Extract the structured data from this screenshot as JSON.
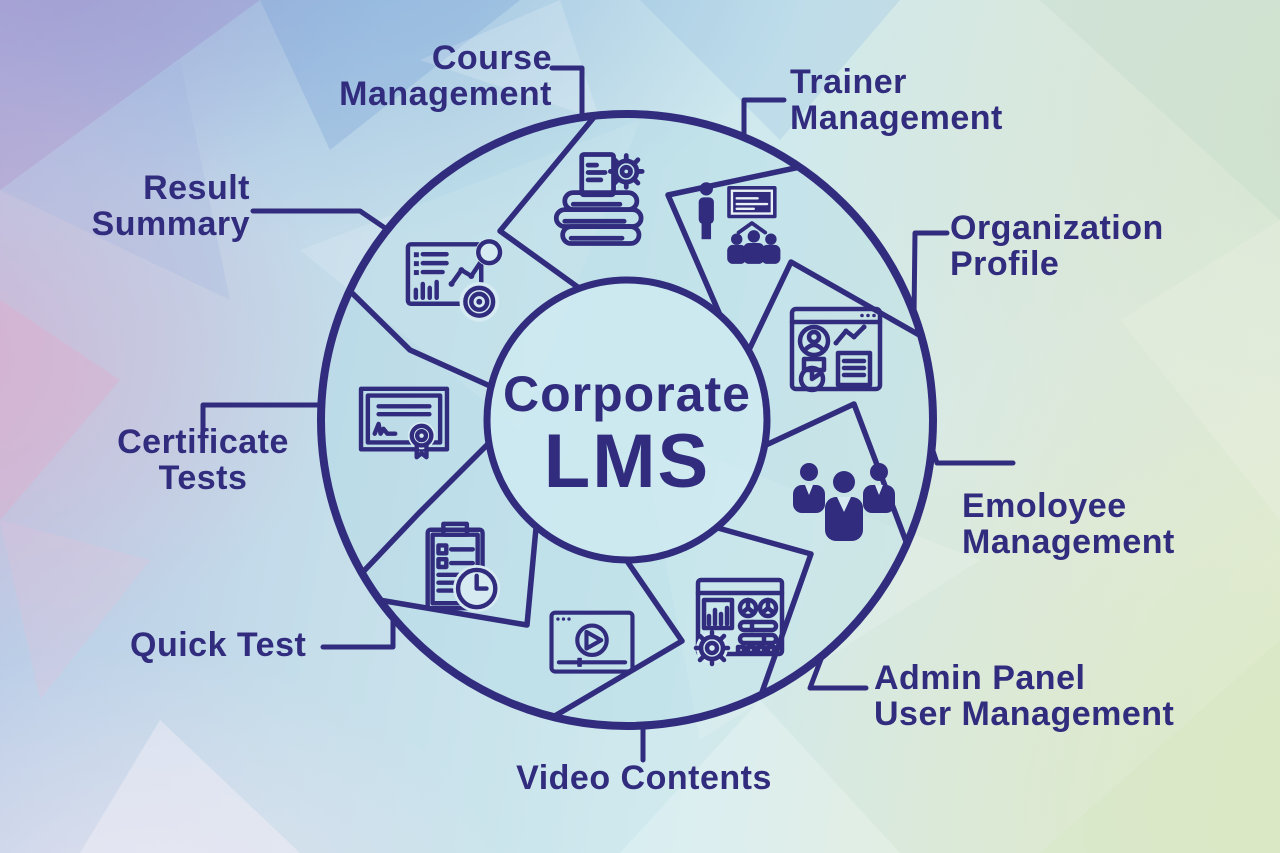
{
  "title": {
    "line1": "Corporate",
    "line2": "LMS"
  },
  "colors": {
    "navy": "#312c7d",
    "background_tints": [
      "#b7c7e6",
      "#cfe9ee",
      "#e6eed9",
      "#e0aac8"
    ]
  },
  "segments": [
    {
      "id": "course-management",
      "label_lines": [
        "Course",
        "Management"
      ],
      "icon": "books-gear-icon"
    },
    {
      "id": "trainer-management",
      "label_lines": [
        "Trainer",
        "Management"
      ],
      "icon": "presenter-audience-icon"
    },
    {
      "id": "organization-profile",
      "label_lines": [
        "Organization",
        "Profile"
      ],
      "icon": "profile-dashboard-icon"
    },
    {
      "id": "employee-management",
      "label_lines": [
        "Emoloyee",
        "Management"
      ],
      "icon": "people-group-icon"
    },
    {
      "id": "admin-panel-user-management",
      "label_lines": [
        "Admin Panel",
        "User Management"
      ],
      "icon": "admin-dashboard-gear-icon"
    },
    {
      "id": "video-contents",
      "label_lines": [
        "Video Contents"
      ],
      "icon": "video-player-icon"
    },
    {
      "id": "quick-test",
      "label_lines": [
        "Quick Test"
      ],
      "icon": "checklist-clock-icon"
    },
    {
      "id": "certificate-tests",
      "label_lines": [
        "Certificate",
        "Tests"
      ],
      "icon": "certificate-ribbon-icon"
    },
    {
      "id": "result-summary",
      "label_lines": [
        "Result",
        "Summary"
      ],
      "icon": "analytics-report-icon"
    }
  ]
}
